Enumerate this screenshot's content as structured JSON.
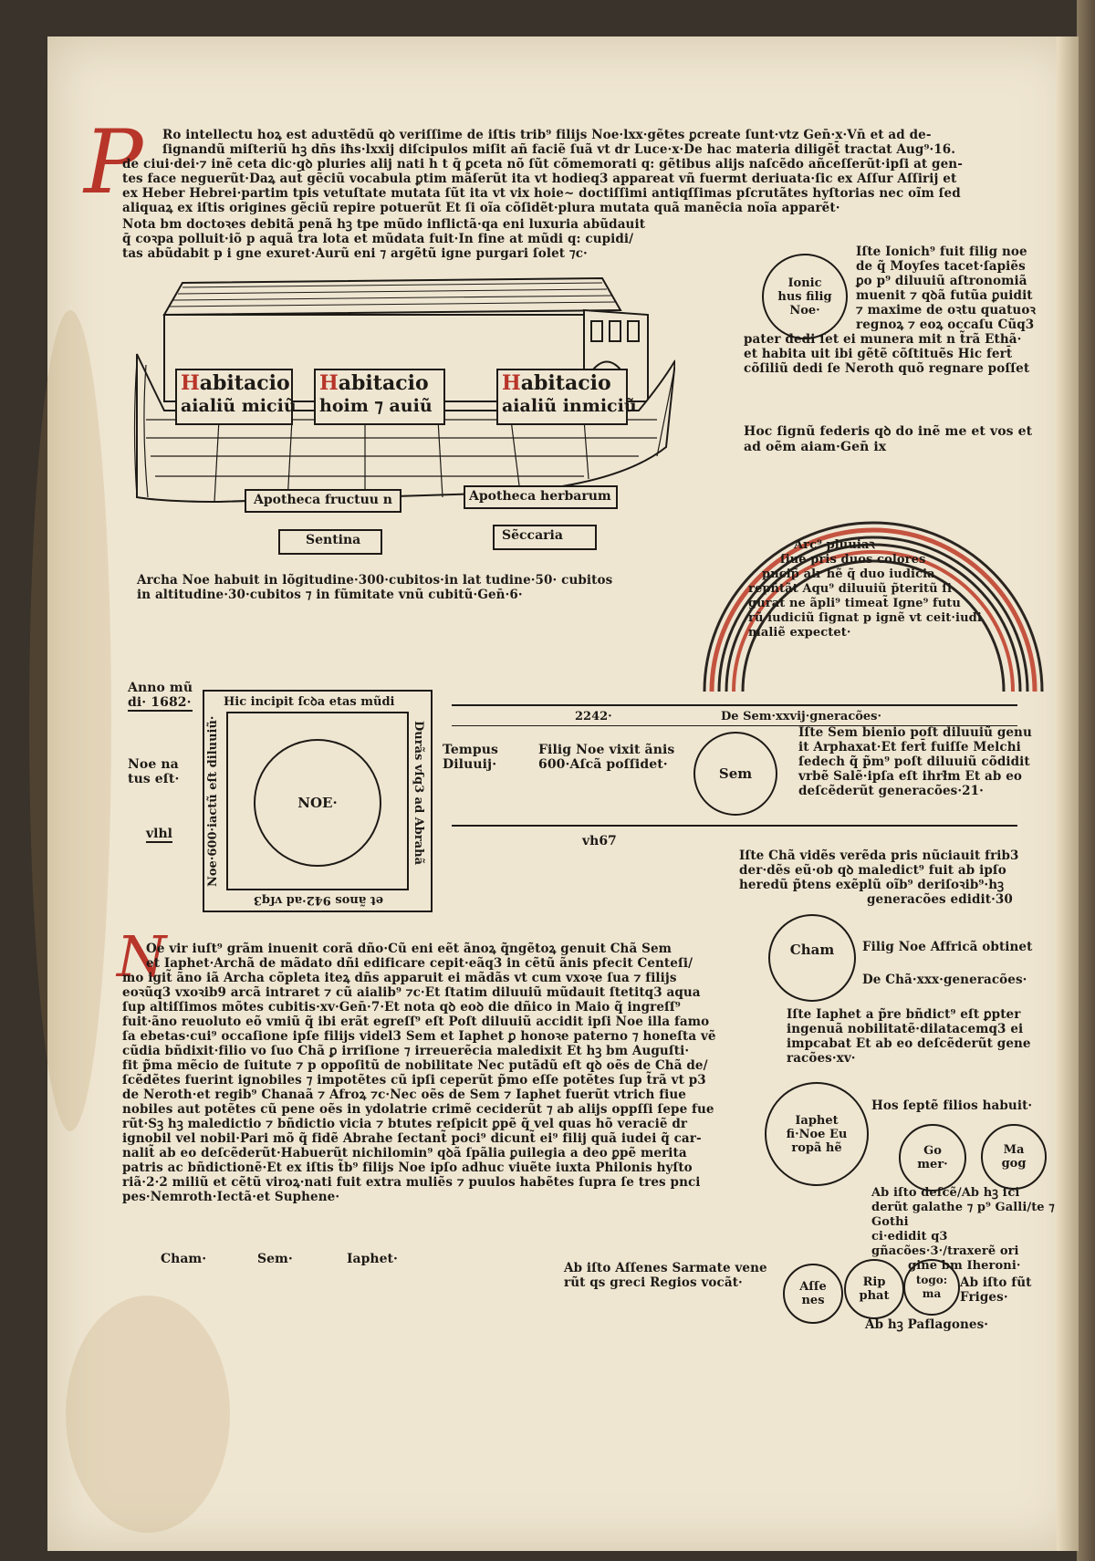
{
  "intro": {
    "initial": "P",
    "lines": [
      "Ro intellectu hoꝝ est aduꝛtẽdũ qꝺ veriſſime de iſtis trib⁹ filijs Noe·lxx·gẽtes ꝑcreate ſunt·vtz Gen̄·x·Vn̄ et ad de-",
      "ſignandũ miſteriũ hꝫ dn̄s iħs·lxxij diſcipulos miſit añ faciẽ ſuã vt dr Luce·x·De hac materia diligẽt̄ tractat Aug⁹·16.",
      "de ciui·dei·⁊ inẽ ceta dic·qꝺ pluries alij nati h t q̄ ꝑceta nõ ſũt cõmemorati q: gẽtibus alijs naſcẽdo añceſſerũt·ipſi at gen-",
      "tes face neguerũt·Daꝝ aut̄ gẽciũ vocabula ꝑtim mãſerũt ita vt hodieq3 appareat vñ fuermt deriuata·ſic ex Aſſur Aſſirij et",
      "ex Heber Hebrei·partim tpis vetuſtate mutata ſũt ita vt vix hoie~ doctiſſimi antiqſſimas pſcrutãtes hyſtorias nec oĩm ſed",
      "aliquaꝝ ex iſtis origines gẽciũ repire potuerũt Et ſi oĩa cõſidẽt·plura mutata quã manẽcia noĩa apparẽt·",
      "Nota bm doctoꝛes debitã penã hꝫ tpe mũdo inflictã·qa eni luxuria abũdauit",
      "q̄ coꝛpa polluit·iõ p aquã t̃ra lota et mũdata fuit·In fine at mũdi q: cupidi/",
      "tas abũdabit p i gne exuret·Aurũ eni ⁊ argẽtũ igne purgari ſolet ⁊c·"
    ]
  },
  "ark": {
    "cabins": [
      {
        "cap": "H",
        "rest": "abitacio",
        "line2": "aialiũ miciũ"
      },
      {
        "cap": "H",
        "rest": "abitacio",
        "line2": "hoim ⁊ auiũ"
      },
      {
        "cap": "H",
        "rest": "abitacio",
        "line2": "aialiũ inmiciũ"
      }
    ],
    "stores": [
      "Apotheca fructuu n",
      "Apotheca herbarum",
      "Sentina",
      "Sẽccaria"
    ],
    "caption": [
      "Archa Noe habuit in lõgitudine·300·cubitos·in lat tudine·50· cubitos",
      "in altitudine·30·cubitos ⁊ in fũmitate vnũ cubitũ·Gen̄·6·"
    ]
  },
  "jonicus": {
    "circle": [
      "Ionic",
      "hus filig",
      "Noe·"
    ],
    "lines": [
      "Iſte Ionich⁹ fuit filig noe",
      "de q̃ Moyſes tacet·ſapiẽs",
      "ꝑo p⁹ diluuiũ aſtronomiã",
      "muenit ⁊ qꝺã futũa ꝑuidit",
      "⁊ maxime de oꝛtu quatuoꝛ",
      "regnoꝝ ⁊ eoꝝ occaſu Cũq3",
      "pater dedi ſet ei munera mit n t̃rã Ethã·",
      "et habita uit ibi gẽtẽ cõſtituẽs Hic fert̄",
      "cõſiliũ dedi ſe Neroth quõ regnare poſſet"
    ]
  },
  "hoc_signum": [
    "Hoc ſignũ federis qꝺ do inẽ me et vos et",
    "ad oẽm aiam·Gen̄ ix"
  ],
  "rainbow": {
    "lines": [
      "Arc⁹ pluuiaꝛ",
      "ſiue pris duos colores",
      "pncip̃ alr hẽ q̃ duo iudicia",
      "repñtãt Aqu⁹ diluuiũ p̃teritũ ſi",
      "gurat ne ãpli⁹ timeat̃ Igne⁹ futu",
      "rũ iudiciũ ſignat p ignẽ vt ceit·iudi",
      "maliẽ expectet·"
    ],
    "colors": {
      "red": "#c4533f",
      "dark": "#2a2520"
    }
  },
  "anno": {
    "label1": "Anno mũ",
    "label2": "di· 1682·",
    "noe_label1": "Noe na",
    "noe_label2": "tus eſt·",
    "numeral": "vlhl"
  },
  "noe_box": {
    "top": "Hic incipit ſcꝺa etas mũdi",
    "left": "Noe·600·iactũ eſt diluuiũ·",
    "right": "Durãs vſq3 ad Abrahã",
    "bottom": "et ãnos 942·ad vſq3",
    "center": "NOE·"
  },
  "sem_line": {
    "year": "2242·",
    "heading": "De Sem·xxvij·gneracões·",
    "tempus1": "Tempus",
    "tempus2": "Diluuij·",
    "filius1": "Filig Noe vixit ãnis",
    "filius2": "600·Aſcã poſſidet·",
    "sem": "Sem",
    "numeral": "vh67",
    "lines": [
      "Iſte Sem bienio poſt diluuiũ genu",
      "it Arphaxat·Et fert̄ fuiſſe Melchi",
      "ſedech q̃ p̃m⁹ poſt diluuiũ cõdidit",
      "vrbẽ Salẽ·ipſa eſt ihrł̃m Et ab eo",
      "deſcẽderũt generacões·21·"
    ]
  },
  "cham_block": {
    "lines": [
      "Iſte Chã vidẽs verẽda pris nũciauit frib3",
      "der·dẽs eũ·ob qꝺ maledict⁹ fuit ab ipſo",
      "heredũ p̃tens exẽplũ oĩb⁹ deriſoꝛib⁹·hꝫ",
      "generacões edidit·30"
    ]
  },
  "noe_para": {
    "initial": "N",
    "lines": [
      "Oe vir iuſt⁹ grãm inuenit corã dño·Cũ eni eẽt ãnoꝝ q̃ngẽtoꝝ genuit Chã Sem",
      "et Iaphet·Archã de mãdato dñi edificare cepit·eãq3 in cẽtũ ãnis pfecit Centeſi/",
      "mo igit̃ ãno iã Archa cõpleta iteꝝ dñs apparuit ei mãdãs vt cum vxoꝛe ſua ⁊ filijs",
      "eoꝛũq3 vxoꝛib9 arcã intraret ⁊ cũ aialib⁹ ⁊c·Et ſtatim diluuiũ mũdauit ſtetitq3 aqua",
      "ſup altiſſimos mõtes cubitis·xv·Gen̄·7·Et nota qꝺ eoꝺ die dñico in Maio q̃ ingreſſ⁹",
      "fuit·ãno reuoluto eõ vmiũ q̃ ibi erãt egreſſ⁹ eſt Poſt diluuiũ accidit ipſi Noe illa famo",
      "ſa ebetas·cui⁹ occaſione ipſe filijs videl3 Sem et Iaphet ꝑ honoꝛe paterno ⁊ honeſta vẽ",
      "cũdia bñdixit·filio vo ſuo Chã ꝑ irriſione ⁊ irreuerẽcia maledixit Et hꝫ bm Auguſti·",
      "fit p̃ma mẽcio de ſuitute ⁊ p oppoſitũ de nobilitate Nec putãdũ eſt qꝺ oẽs de Chã de/",
      "ſcẽdẽtes fuerint ignobiles ⁊ impotẽtes cũ ipſi ceperũt p̃mo eſſe potẽtes ſup t̃rã vt p3",
      "de Neroth·et regib⁹ Chanaã ⁊ Afroꝝ ⁊c·Nec oẽs de Sem ⁊ Iaphet fuerũt vtrich fiue",
      "nobiles aut potẽtes cũ pene oẽs in ydolatrie crimẽ ceciderũt ⁊ ab alijs oppſſi ſepe fue",
      "rũt·Sꝫ hꝫ maledictio ⁊ bñdictio vicia ⁊ btutes reſpicit ꝑpẽ q̃ vel quas hõ veraciẽ dr",
      "ignobil vel nobil·Pari mõ q̃ fidẽ Abrahe ſectant̃ poci⁹ dicunt̃ ei⁹ filij quã iudei q̃ car-",
      "nalit̃ ab eo deſcẽderũt·Habuerũt nichilomin⁹ qꝺã ſpãlia ꝑuilegia a deo ꝑpẽ merita",
      "patris ac bñdictionẽ·Et ex iſtis t̃b⁹ filijs Noe ipſo adhuc viuẽte iuxta Philonis hyſto",
      "riã·2·2 miliũ et cẽtũ viroꝝ·nati fuit extra muliẽs ⁊ puulos habẽtes ſupra ſe tres pnci",
      "pes·Nemroth·Iectã·et Suphene·"
    ],
    "names": [
      "Cham·",
      "Sem·",
      "Iaphet·"
    ]
  },
  "cham_circle": "Cham",
  "cham_text": [
    "Filig Noe Affricã obtinet",
    "De Chã·xxx·generacões·"
  ],
  "iaphet_text": [
    "Iſte Iaphet a p̃re bñdict⁹ eſt ꝑpter",
    "ingenuã nobilitatẽ·dilatacemq3 ei",
    "impcabat Et ab eo deſcẽderũt gene",
    "racões·xv·"
  ],
  "iaphet_circle": [
    "Iaphet",
    "fi·Noe Eu",
    "ropã hẽ"
  ],
  "septem": "Hos ſeptẽ filios habuit·",
  "gomer": [
    "Go",
    "mer·"
  ],
  "magog": [
    "Ma",
    "gog"
  ],
  "gomer_text": [
    "Ab iſto deſcẽ/Ab hꝫ ſci",
    "derũt galathe ⁊ p⁹ Galli/te ⁊ Gothi",
    "ci·edidit q3 gñacões·3·/traxerẽ ori",
    "gine bm Iheroni·"
  ],
  "bottom": {
    "assenes_text": [
      "Ab iſto Aſſenes Sarmate vene",
      "rũt qs greci Regios vocãt·"
    ],
    "assenes": [
      "Aſſe",
      "nes"
    ],
    "riphat": [
      "Rip",
      "phat"
    ],
    "togorma": [
      "togo:",
      "ma"
    ],
    "frigas": [
      "Ab iſto fũt",
      "Friges·"
    ],
    "paflagones": "Ab hꝫ Paflagones·"
  }
}
